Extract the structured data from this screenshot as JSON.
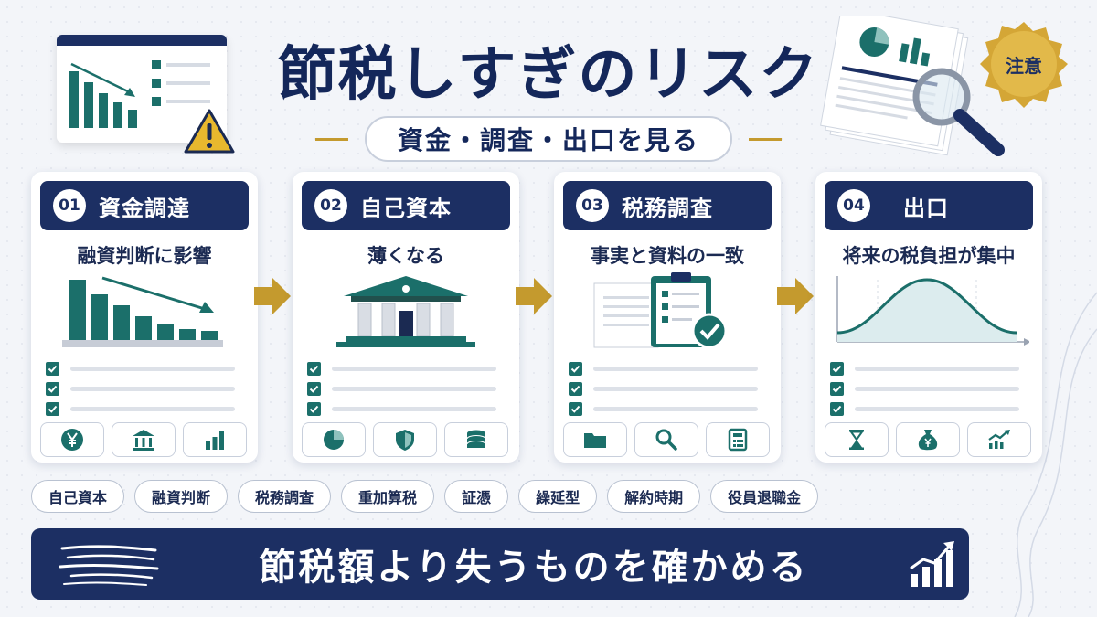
{
  "header": {
    "title": "節税しすぎのリスク",
    "subtitle": "資金・調査・出口を見る",
    "badge": "注意"
  },
  "steps": [
    {
      "number": "01",
      "title": "資金調達",
      "subtitle": "融資判断に影響",
      "icons": [
        "yen-coin-icon",
        "bank-icon",
        "bar-chart-icon"
      ]
    },
    {
      "number": "02",
      "title": "自己資本",
      "subtitle": "薄くなる",
      "icons": [
        "pie-chart-icon",
        "shield-icon",
        "coin-stack-icon"
      ]
    },
    {
      "number": "03",
      "title": "税務調査",
      "subtitle": "事実と資料の一致",
      "icons": [
        "folder-icon",
        "magnifier-icon",
        "calculator-icon"
      ]
    },
    {
      "number": "04",
      "title": "出口",
      "subtitle": "将来の税負担が集中",
      "icons": [
        "hourglass-icon",
        "money-bag-icon",
        "trend-up-icon"
      ]
    }
  ],
  "tags": [
    "自己資本",
    "融資判断",
    "税務調査",
    "重加算税",
    "証憑",
    "繰延型",
    "解約時期",
    "役員退職金"
  ],
  "banner": {
    "text": "節税額より失うものを確かめる"
  },
  "colors": {
    "navy": "#1c2f63",
    "teal": "#1b6f6a",
    "gold": "#c49a2e",
    "background": "#f3f5f9"
  }
}
